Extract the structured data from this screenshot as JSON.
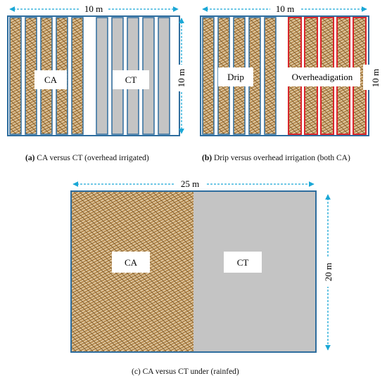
{
  "colors": {
    "frame": "#2e6d9e",
    "arrow": "#1aa7d6",
    "bar_border_red": "#d9262c",
    "ct_fill": "#c4c4c4",
    "straw_base": "#b98f56"
  },
  "panel_a": {
    "width_label": "10 m",
    "height_label": "10 m",
    "label_left": "CA",
    "label_right": "CT",
    "caption_letter": "(a)",
    "caption_text": "CA versus CT (overhead irrigated)"
  },
  "panel_b": {
    "width_label": "10 m",
    "height_label": "10 m",
    "label_left": "Drip",
    "label_right": "Overheadigation",
    "caption_letter": "(b)",
    "caption_text": "Drip versus overhead irrigation (both CA)"
  },
  "panel_c": {
    "width_label": "25 m",
    "height_label": "20 m",
    "label_left": "CA",
    "label_right": "CT",
    "caption_letter": "(c)",
    "caption_text": "CA versus CT under (rainfed)"
  }
}
